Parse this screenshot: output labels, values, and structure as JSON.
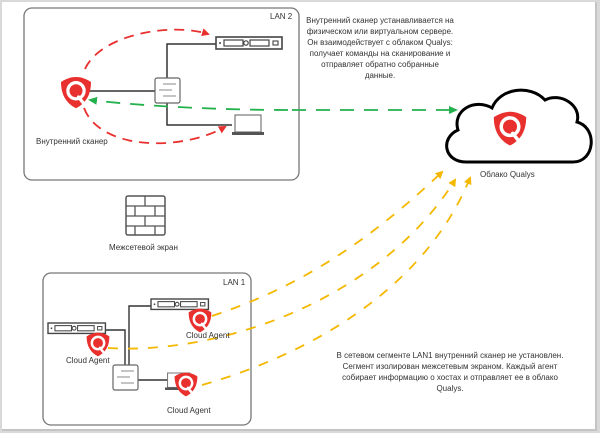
{
  "lan2": {
    "label": "LAN 2",
    "scanner_label": "Внутренний сканер"
  },
  "lan1": {
    "label": "LAN 1",
    "agent_label_1": "Cloud Agent",
    "agent_label_2": "Cloud Agent",
    "agent_label_3": "Cloud Agent"
  },
  "firewall": {
    "label": "Межсетевой экран"
  },
  "cloud": {
    "label": "Облако Qualys"
  },
  "descriptions": {
    "scanner": "Внутренний сканер устанавливается на физическом или виртуальном сервере. Он взаимодействует с облаком Qualys: получает команды на сканирование и отправляет обратно собранные данные.",
    "agents": "В сетевом сегменте LAN1 внутренний сканер не установлен. Сегмент изолирован межсетевым экраном. Каждый агент собирает информацию о хостах и отправляет ее в облако Qualys."
  },
  "colors": {
    "qualys_red": "#e8302e",
    "scan_flow": "#e8302e",
    "return_flow": "#22b14c",
    "agent_flow": "#f5b800",
    "device_stroke": "#555555"
  }
}
